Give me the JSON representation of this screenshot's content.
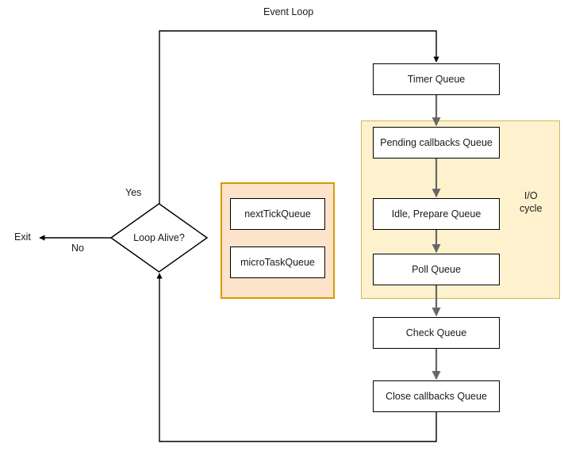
{
  "diagram": {
    "title": "Event Loop",
    "type": "flowchart",
    "labels": {
      "exit": "Exit",
      "no": "No",
      "yes": "Yes",
      "io_cycle": "I/O\ncycle"
    },
    "decision": {
      "text": "Loop Alive?",
      "yes_branch": "Yes",
      "no_branch": "No"
    },
    "phases": [
      {
        "id": "timer",
        "label": "Timer Queue"
      },
      {
        "id": "pending",
        "label": "Pending callbacks Queue"
      },
      {
        "id": "idle",
        "label": "Idle, Prepare Queue"
      },
      {
        "id": "poll",
        "label": "Poll Queue"
      },
      {
        "id": "check",
        "label": "Check Queue"
      },
      {
        "id": "close",
        "label": "Close callbacks Queue"
      }
    ],
    "microtasks": {
      "region_label": "",
      "queues": [
        {
          "id": "nexttick",
          "label": "nextTickQueue"
        },
        {
          "id": "microtask",
          "label": "microTaskQueue"
        }
      ]
    },
    "io_region": {
      "label": "I/O\ncycle",
      "contains": [
        "Pending callbacks Queue",
        "Idle, Prepare Queue",
        "Poll Queue"
      ]
    },
    "colors": {
      "io_fill": "#fdf2cd",
      "io_stroke": "#d6b656",
      "micro_fill": "#fde3ca",
      "micro_stroke": "#d79b00",
      "node_fill": "#ffffff",
      "node_stroke": "#000000",
      "connector_gray": "#666666",
      "connector_black": "#000000",
      "background": "#ffffff"
    }
  }
}
